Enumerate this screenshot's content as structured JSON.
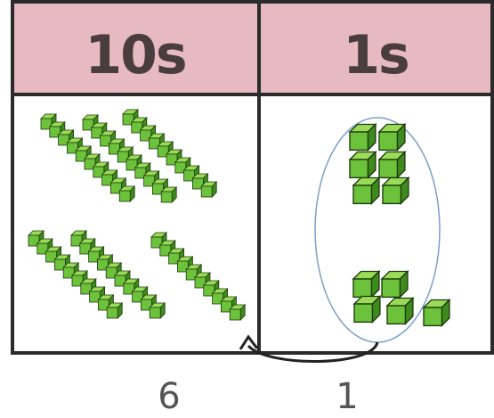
{
  "columns": [
    {
      "header": "10s",
      "count": "6",
      "rods": 6,
      "units": 0
    },
    {
      "header": "1s",
      "count": "1",
      "rods": 0,
      "units": 11
    }
  ],
  "grouping": {
    "circled_units": 10,
    "regrouped_units": 1
  },
  "colors": {
    "header_fill": "#e7b9c0",
    "border": "#2b2b2b",
    "cube_face": "#6cc23a",
    "cube_top": "#9adc58",
    "cube_side": "#3f8a1d",
    "cube_outline": "#1c3a0c",
    "ellipse": "#7aa0c8",
    "arrow": "#222222"
  },
  "icons": {
    "rod": "ten-rod-icon",
    "unit": "unit-cube-icon"
  }
}
